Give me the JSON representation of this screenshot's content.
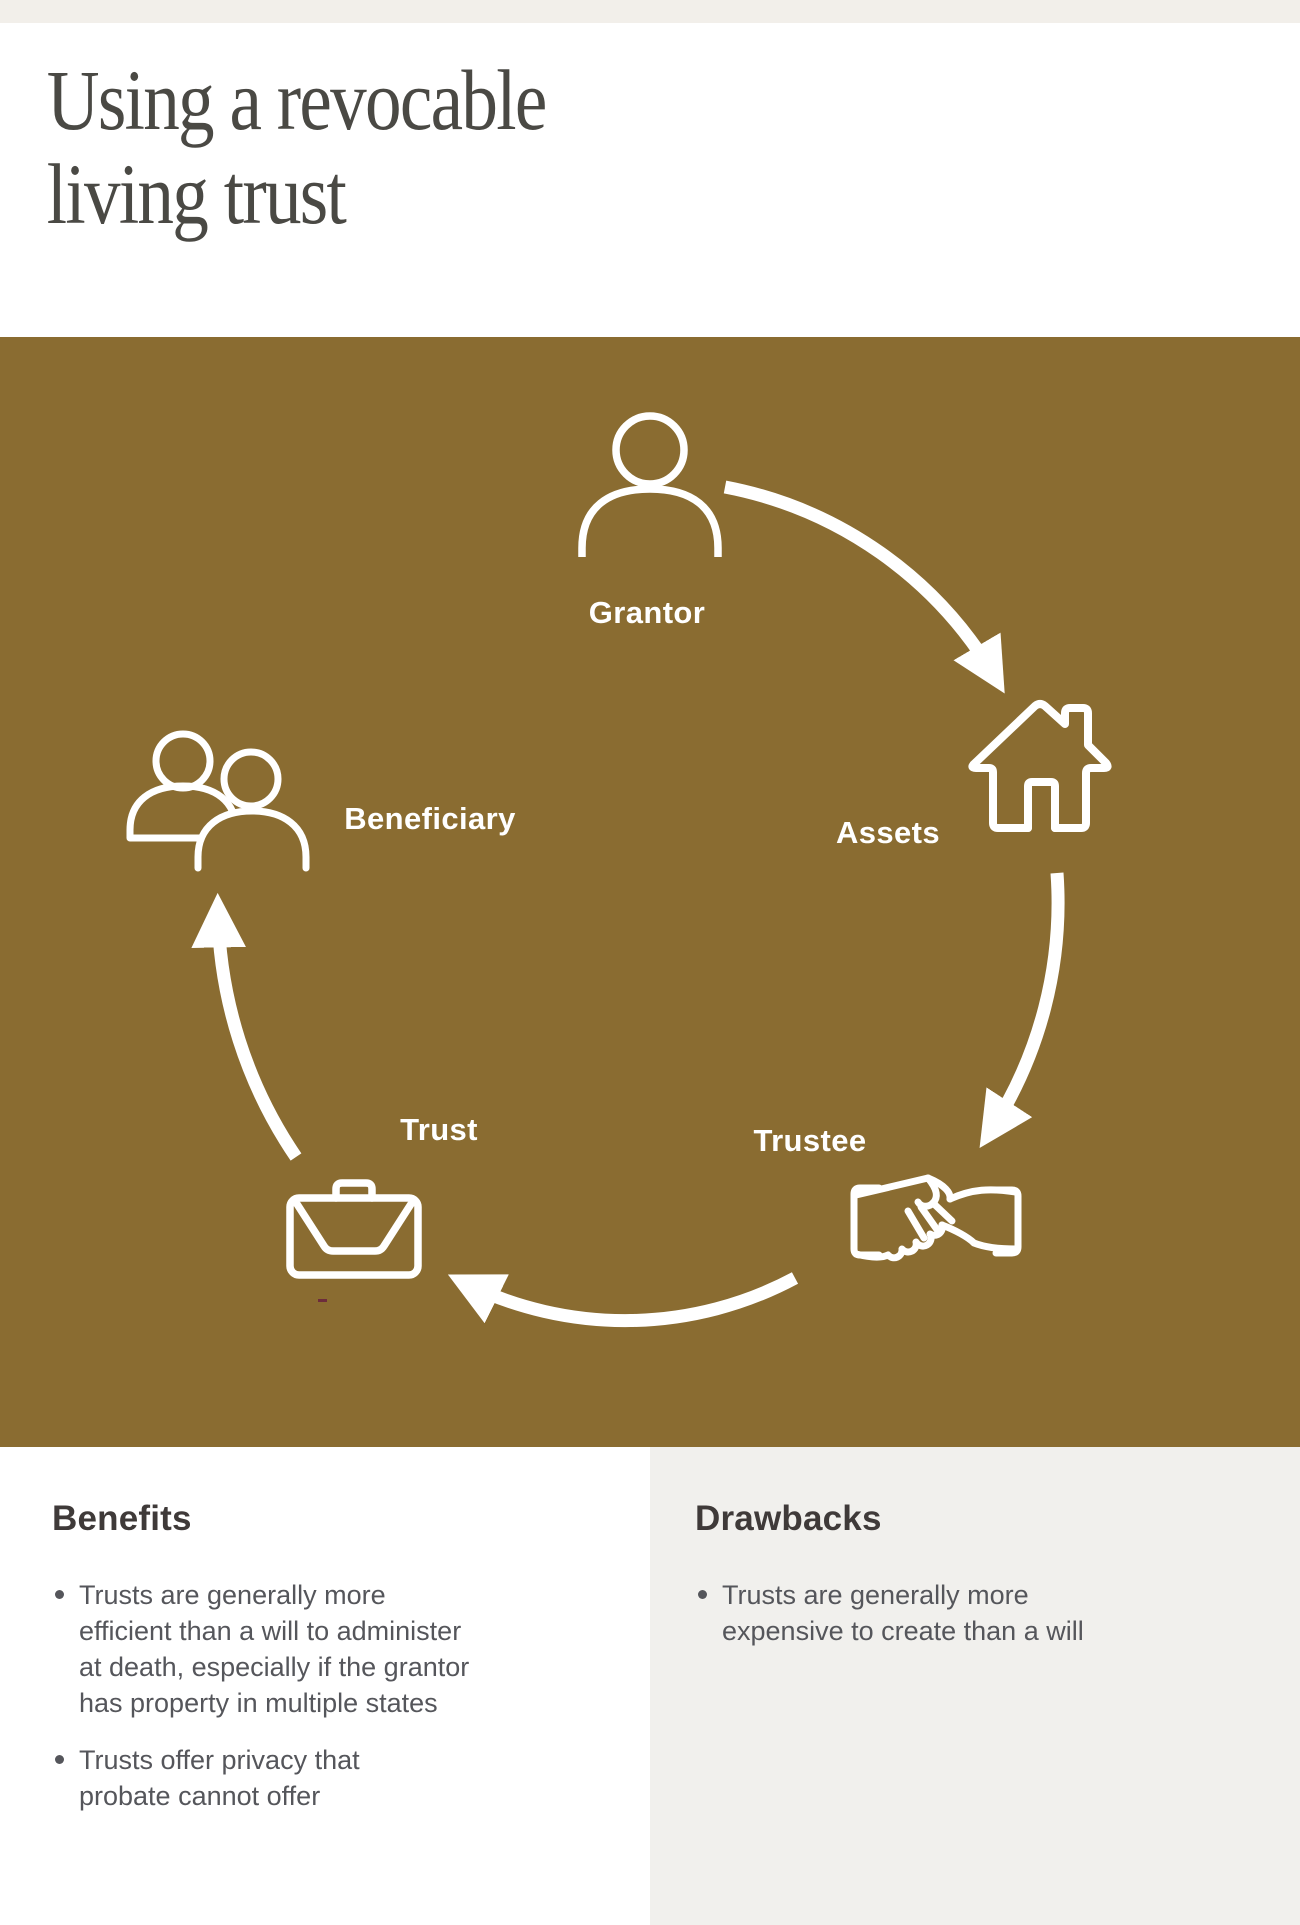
{
  "page": {
    "title": "Using a revocable\nliving trust"
  },
  "colors": {
    "top_bar": "#f2efea",
    "gold_background": "#8a6c31",
    "diagram_foreground": "#ffffff",
    "drawbacks_panel": "#f1f0ed",
    "title_text": "#4a4944",
    "heading_text": "#3f3a39",
    "body_text": "#55565b"
  },
  "diagram": {
    "nodes": [
      {
        "id": "grantor",
        "label": "Grantor",
        "icon": "person-icon"
      },
      {
        "id": "assets",
        "label": "Assets",
        "icon": "house-icon"
      },
      {
        "id": "trustee",
        "label": "Trustee",
        "icon": "handshake-icon"
      },
      {
        "id": "trust",
        "label": "Trust",
        "icon": "briefcase-icon"
      },
      {
        "id": "beneficiary",
        "label": "Beneficiary",
        "icon": "people-icon"
      }
    ],
    "arrows": [
      {
        "from": "Grantor",
        "to": "Assets"
      },
      {
        "from": "Assets",
        "to": "Trustee"
      },
      {
        "from": "Trustee",
        "to": "Trust"
      },
      {
        "from": "Trust",
        "to": "Beneficiary"
      }
    ]
  },
  "benefits": {
    "heading": "Benefits",
    "items": [
      "Trusts are generally more\nefficient than a will to administer\nat death, especially if the grantor\nhas property in multiple states",
      "Trusts offer privacy that\nprobate cannot offer"
    ]
  },
  "drawbacks": {
    "heading": "Drawbacks",
    "items": [
      "Trusts are generally more\nexpensive to create than a will"
    ]
  }
}
